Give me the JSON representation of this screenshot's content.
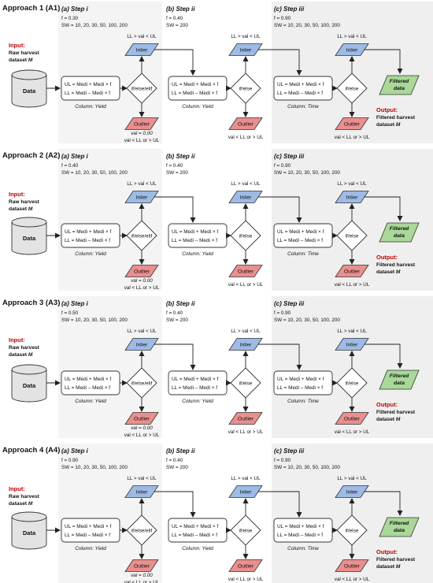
{
  "colors": {
    "inlier_fill": "#9dbbe6",
    "outlier_fill": "#ea8e8e",
    "filtered_fill": "#a9d898",
    "data_fill": "#e3e3e3",
    "panel_bg": "#efefef",
    "step_i_bg": "#f4f4f4",
    "input_red": "#c00000",
    "arrow": "#222222"
  },
  "common": {
    "data_label": "Data",
    "input_label": "Input:",
    "input_text_1": "Raw harvest",
    "input_text_2": "dataset ",
    "input_text_3": "M",
    "output_label": "Output:",
    "output_text_1": "Filtered harvest",
    "output_text_2": "dataset ",
    "output_text_3": "M",
    "filtered_1": "Filtered",
    "filtered_2": "data",
    "inlier": "Inlier",
    "outlier": "Outlier",
    "ul_formula": "UL = Medi + Medi × f",
    "ll_formula": "LL = Medi – Medi × f",
    "decision_1": "if/else/elif",
    "decision_2": "if/else",
    "decision_3": "if/else",
    "range_cond": "LL  > val < UL",
    "out_cond": "val < LL or > UL",
    "zero_cond": "val = 0.00",
    "col_1": "Column: Yield",
    "col_2": "Column: Yield",
    "col_3": "Column: Time",
    "step_1": "(a) Step i",
    "step_2": "(b) Step ii",
    "step_3": "(c) Step iii"
  },
  "approaches": [
    {
      "title": "Approach 1 (A1)",
      "f1": "f = 0.30",
      "sw1": "SW = 10, 20, 30, 50, 100, 200",
      "f2": "f = 0.40",
      "sw2": "SW = 200",
      "f3": "f = 0.90",
      "sw3": "SW = 10, 20, 30, 50, 100, 200"
    },
    {
      "title": "Approach 2 (A2)",
      "f1": "f = 0.40",
      "sw1": "SW = 10, 20, 30, 50, 100, 200",
      "f2": "f = 0.40",
      "sw2": "SW = 200",
      "f3": "f = 0.90",
      "sw3": "SW = 10, 20, 30, 50, 100, 200"
    },
    {
      "title": "Approach 3 (A3)",
      "f1": "f = 0.50",
      "sw1": "SW = 10, 20, 30, 50, 100, 200",
      "f2": "f = 0.40",
      "sw2": "SW = 200",
      "f3": "f = 0.90",
      "sw3": "SW = 10, 20, 30, 50, 100, 200"
    },
    {
      "title": "Approach 4 (A4)",
      "f1": "f = 0.90",
      "sw1": "SW = 10, 20, 30, 50, 100, 200",
      "f2": "f = 0.40",
      "sw2": "SW = 200",
      "f3": "f = 0.90",
      "sw3": "SW = 10, 20, 30, 50, 100, 200"
    }
  ]
}
